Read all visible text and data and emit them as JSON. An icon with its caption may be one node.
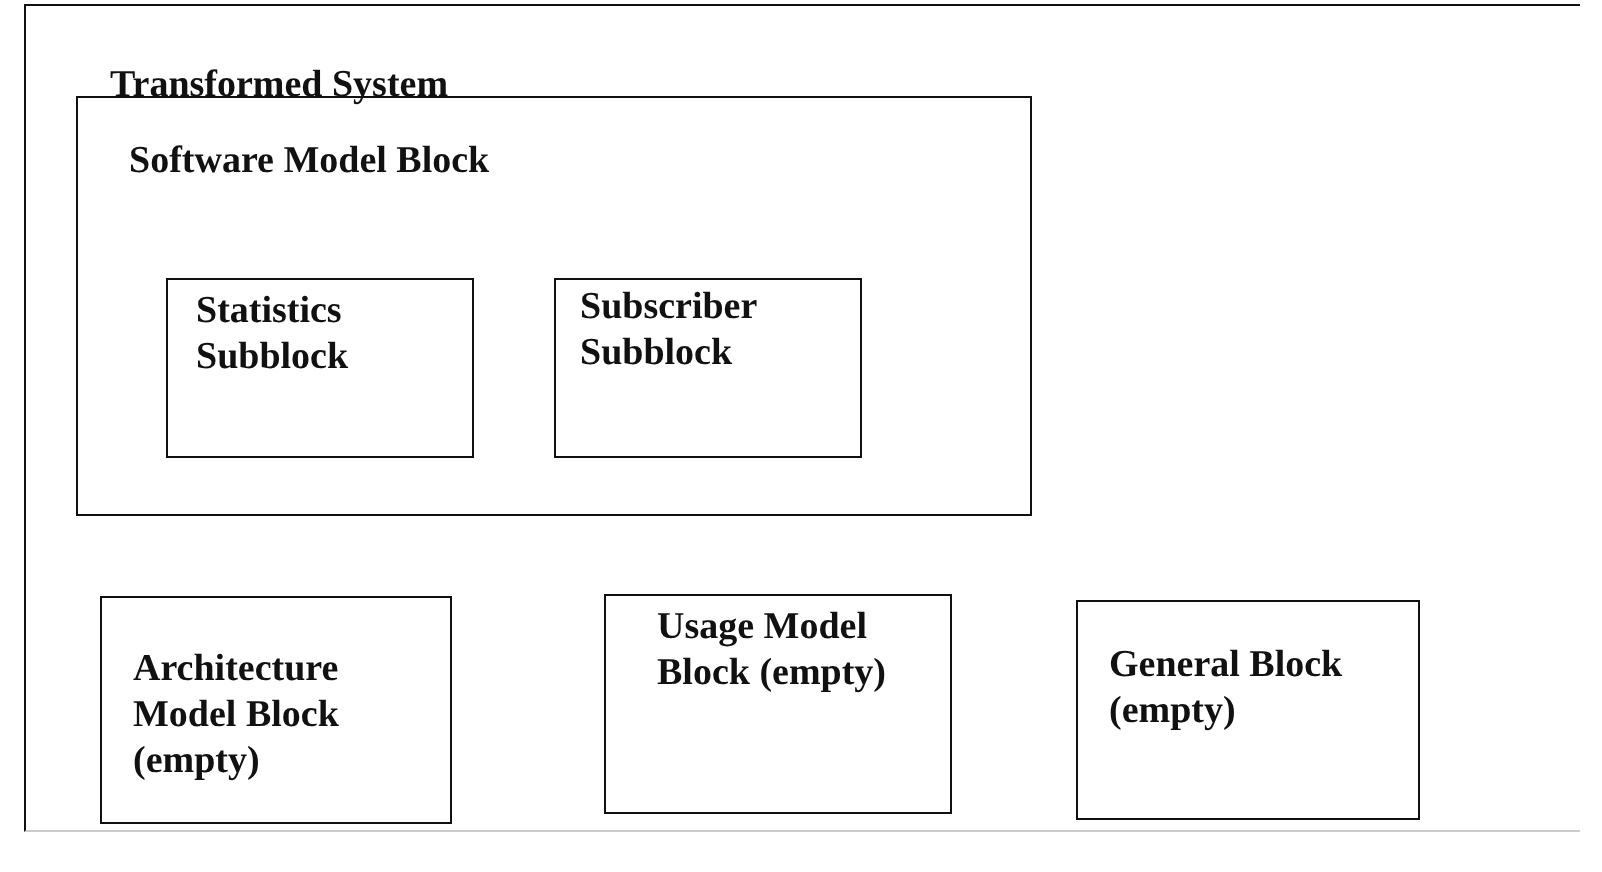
{
  "diagram": {
    "nodes": [
      {
        "text": [
          "Transformed System"
        ]
      },
      {
        "text": [
          "Software Model Block"
        ],
        "in": 0
      },
      {
        "text": [
          "Statistics Subblock"
        ],
        "in": 1
      },
      {
        "text": [
          "Subscriber Subblock"
        ],
        "in": 1
      },
      {
        "text": [
          "Architecture Model Block (empty)"
        ],
        "in": 0
      },
      {
        "text": [
          "Usage Model Block (empty)"
        ],
        "in": 0
      },
      {
        "text": [
          "General Block (empty)"
        ],
        "in": 0
      }
    ]
  }
}
